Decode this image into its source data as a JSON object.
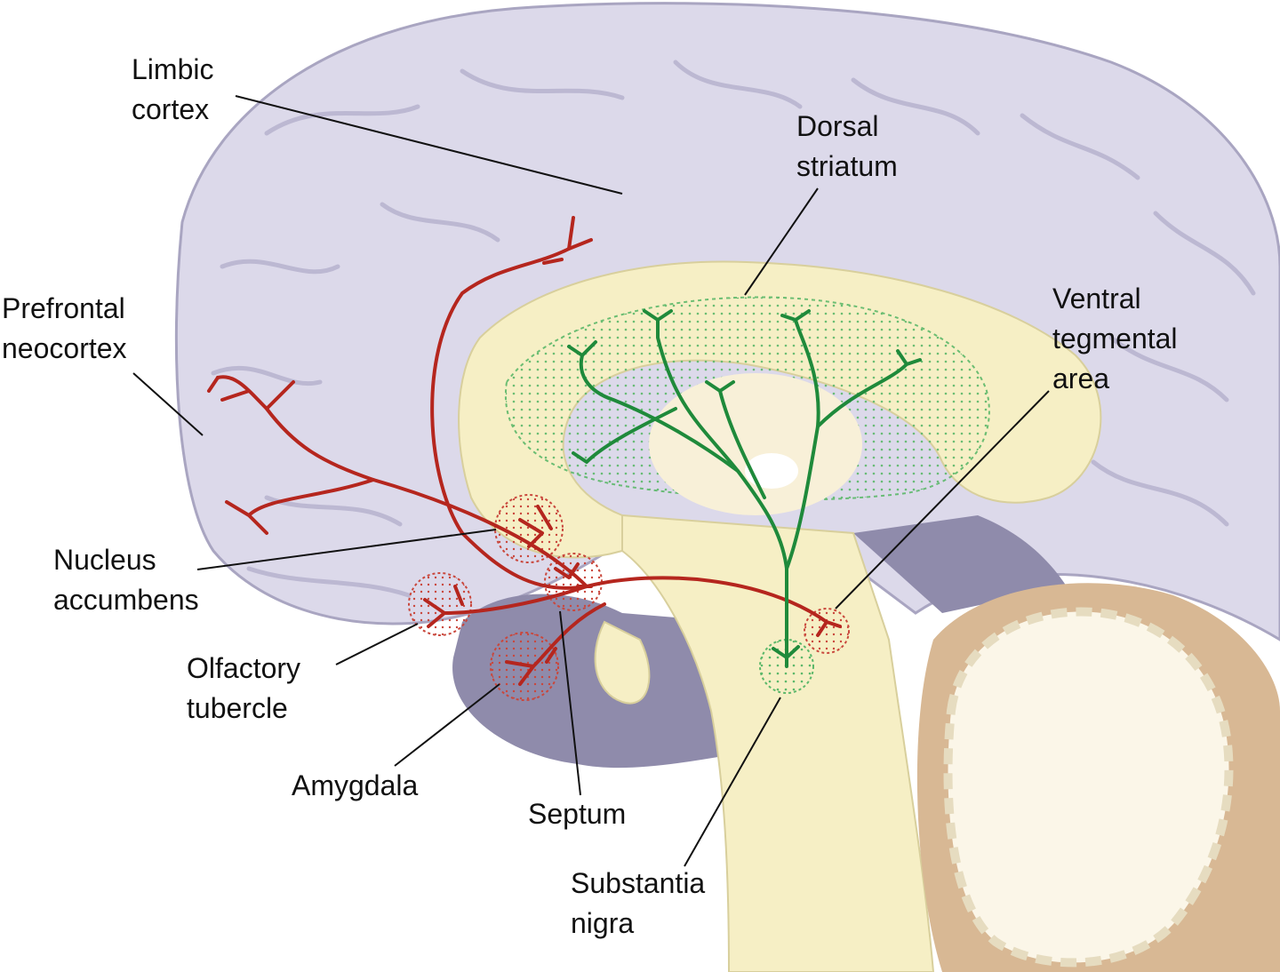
{
  "colors": {
    "cortex": "#dcd9ea",
    "cortex_dark": "#b7b3cc",
    "medial_surface": "#8f8bab",
    "striatum_fill": "#f6efc5",
    "stipple": "#5cb86a",
    "dopamine_mesolimbic": "#b5261e",
    "dopamine_nigrostriatal": "#1f8a3b",
    "cerebellum": "#d8b894",
    "leader_line": "#111111"
  },
  "labels": {
    "limbic_cortex": [
      "Limbic",
      "cortex"
    ],
    "dorsal_striatum": [
      "Dorsal",
      "striatum"
    ],
    "prefrontal_neocortex": [
      "Prefrontal",
      "neocortex"
    ],
    "ventral_tegmental_area": [
      "Ventral",
      "tegmental",
      "area"
    ],
    "nucleus_accumbens": [
      "Nucleus",
      "accumbens"
    ],
    "olfactory_tubercle": [
      "Olfactory",
      "tubercle"
    ],
    "amygdala": [
      "Amygdala"
    ],
    "septum": [
      "Septum"
    ],
    "substantia_nigra": [
      "Substantia",
      "nigra"
    ]
  }
}
